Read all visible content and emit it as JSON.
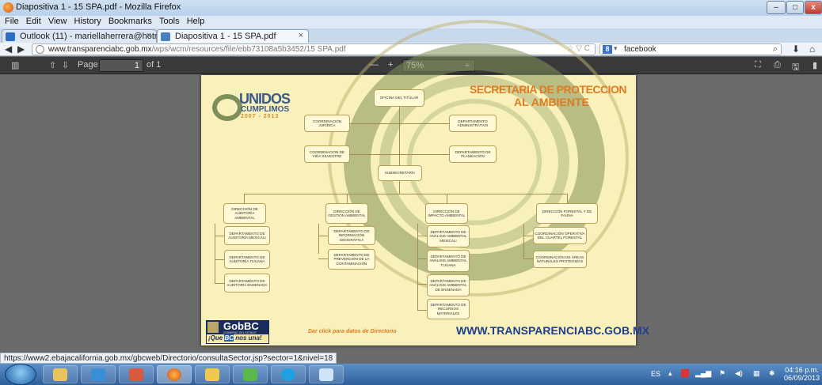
{
  "window": {
    "title": "Diapositiva 1 - 15 SPA.pdf - Mozilla Firefox",
    "min_label": "–",
    "max_label": "□",
    "close_label": "x"
  },
  "menu": [
    "File",
    "Edit",
    "View",
    "History",
    "Bookmarks",
    "Tools",
    "Help"
  ],
  "tabs": [
    {
      "label": "Outlook (11) - mariellaherrera@hotm...",
      "close": "×",
      "active": false
    },
    {
      "label": "Diapositiva 1 - 15 SPA.pdf",
      "close": "×",
      "active": true
    }
  ],
  "newtab_label": "+",
  "nav": {
    "back": "◀",
    "forward": "▶",
    "url_host": "www.transparenciabc.gob.mx",
    "url_path": "/wps/wcm/resources/file/ebb73108a5b3452/15 SPA.pdf",
    "url_right": "☆ ▽ C",
    "search_value": "facebook",
    "search_engine": "8",
    "download_icon": "⬇",
    "home_icon": "⌂"
  },
  "pdf_toolbar": {
    "sidebar_icon": "▥",
    "prev_icon": "⇧",
    "next_icon": "⇩",
    "page_label": "Page:",
    "page_value": "1",
    "page_total": "of 1",
    "zoom_out": "—",
    "zoom_in": "+",
    "zoom_value": "75%",
    "zoom_caret": "÷",
    "fullscreen_icon": "⛶",
    "print_icon": "⎙",
    "save_icon": "🖫",
    "bookmark_icon": "▮"
  },
  "document": {
    "logo_big": "UNIDOS",
    "logo_small": "CUMPLIMOS",
    "logo_years": "2007 - 2013",
    "title_line1": "SECRETARIA DE PROTECCION",
    "title_line2": "AL AMBIENTE",
    "boxes": {
      "oficina": "OFICINA DEL TITULAR",
      "coord_juridica": "COORDINACIÓN JURÍDICA",
      "coord_vida": "COORDINACIÓN DE VIDA SILVESTRE",
      "dep_admin": "DEPARTAMENTO ADMINISTRATIVO",
      "dep_planeacion": "DEPARTAMENTO DE PLANEACIÓN",
      "subsecretaria": "SUBSECRETARÍA",
      "dir_auditoria": "DIRECCIÓN DE AUDITORÍA AMBIENTAL",
      "dir_gestion": "DIRECCIÓN DE GESTIÓN AMBIENTAL",
      "dir_impacto": "DIRECCIÓN DE IMPACTO AMBIENTAL",
      "dir_forestal": "DIRECCIÓN FORESTAL Y DE FAUNA",
      "aud_mexicali": "DEPARTAMENTO DE AUDITORÍA MEXICALI",
      "aud_tijuana": "DEPARTAMENTO DE AUDITORÍA TIJUANA",
      "aud_ensenada": "DEPARTAMENTO DE AUDITORÍA ENSENADA",
      "ges_info": "DEPARTAMENTO DE INFORMACIÓN GEOGRÁFICA",
      "ges_prev": "DEPARTAMENTO DE PREVENCIÓN DE LA CONTAMINACIÓN",
      "imp_mexicali": "DEPARTAMENTO DE ANÁLISIS AMBIENTAL MEXICALI",
      "imp_tijuana": "DEPARTAMENTO DE ANÁLISIS AMBIENTAL TIJUANA",
      "imp_ensenada": "DEPARTAMENTO DE ANÁLISIS AMBIENTAL DE ENSENADA",
      "imp_recursos": "DEPARTAMENTO DE RECURSOS MATERIALES",
      "for_cuartel": "COORDINACIÓN OPERATIVA DEL CUARTEL FORESTAL",
      "for_areas": "COORDINACIÓN DE ÁREAS NATURALES PROTEGIDAS"
    },
    "gob_logo": "GobBC",
    "gob_sub": "GOBIERNO DEL ESTADO",
    "slogan_pre": "¡Que ",
    "slogan_bc": "BC",
    "slogan_post": " nos una!",
    "click_text": "Dar click para datos de Directorio",
    "website": "WWW.TRANSPARENCIABC.GOB.MX"
  },
  "status_url": "https://www2.ebajacalifornia.gob.mx/gbcweb/Directorio/consultaSector.jsp?sector=1&nivel=18",
  "tray": {
    "lang": "ES",
    "time": "04:16 p.m.",
    "date": "06/09/2013"
  },
  "colors": {
    "page_bg": "#f8f1bb",
    "title_orange": "#e07a1f",
    "website_blue": "#1d3f8c",
    "ring_green": "#8a9a62"
  }
}
